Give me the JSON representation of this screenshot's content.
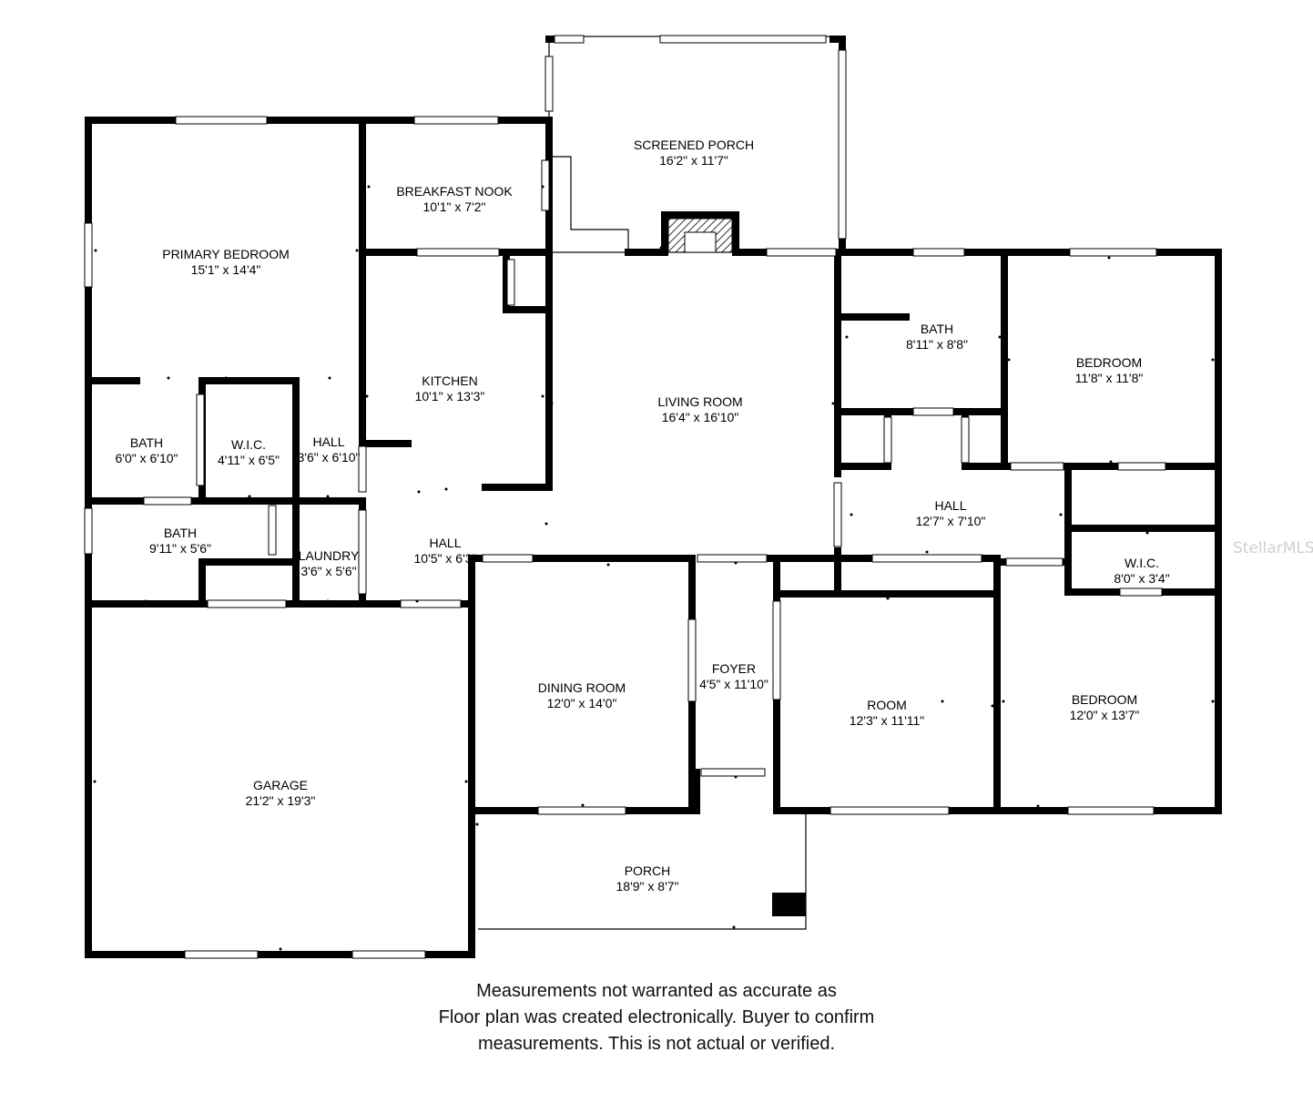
{
  "watermark": "StellarMLS",
  "rooms": [
    {
      "id": "screened-porch",
      "name": "SCREENED PORCH",
      "size": "16'2\" x 11'7\""
    },
    {
      "id": "breakfast-nook",
      "name": "BREAKFAST NOOK",
      "size": "10'1\" x 7'2\""
    },
    {
      "id": "primary-bedroom",
      "name": "PRIMARY BEDROOM",
      "size": "15'1\" x 14'4\""
    },
    {
      "id": "kitchen",
      "name": "KITCHEN",
      "size": "10'1\" x 13'3\""
    },
    {
      "id": "living-room",
      "name": "LIVING ROOM",
      "size": "16'4\" x 16'10\""
    },
    {
      "id": "bath-east",
      "name": "BATH",
      "size": "8'11\" x 8'8\""
    },
    {
      "id": "bedroom-ne",
      "name": "BEDROOM",
      "size": "11'8\" x 11'8\""
    },
    {
      "id": "bath-primary",
      "name": "BATH",
      "size": "6'0\" x 6'10\""
    },
    {
      "id": "wic-primary",
      "name": "W.I.C.",
      "size": "4'11\" x 6'5\""
    },
    {
      "id": "hall-west",
      "name": "HALL",
      "size": "3'6\" x 6'10\""
    },
    {
      "id": "bath-hall",
      "name": "BATH",
      "size": "9'11\" x 5'6\""
    },
    {
      "id": "laundry",
      "name": "LAUNDRY",
      "size": "3'6\" x 5'6\""
    },
    {
      "id": "hall-center",
      "name": "HALL",
      "size": "10'5\" x 6'3\""
    },
    {
      "id": "hall-east",
      "name": "HALL",
      "size": "12'7\" x 7'10\""
    },
    {
      "id": "wic-east",
      "name": "W.I.C.",
      "size": "8'0\" x 3'4\""
    },
    {
      "id": "dining-room",
      "name": "DINING ROOM",
      "size": "12'0\" x 14'0\""
    },
    {
      "id": "foyer",
      "name": "FOYER",
      "size": "4'5\" x 11'10\""
    },
    {
      "id": "room",
      "name": "ROOM",
      "size": "12'3\" x 11'11\""
    },
    {
      "id": "bedroom-se",
      "name": "BEDROOM",
      "size": "12'0\" x 13'7\""
    },
    {
      "id": "garage",
      "name": "GARAGE",
      "size": "21'2\" x 19'3\""
    },
    {
      "id": "porch",
      "name": "PORCH",
      "size": "18'9\" x 8'7\""
    }
  ],
  "disclaimer": {
    "line1": "Measurements not warranted as accurate as",
    "line2": "Floor plan was created electronically.  Buyer to confirm",
    "line3": "measurements. This is not actual or verified."
  }
}
